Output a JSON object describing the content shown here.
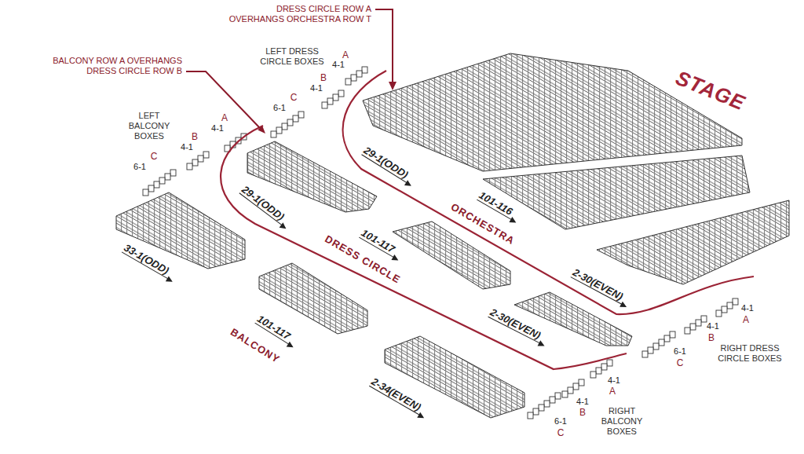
{
  "diagram": {
    "labels": [
      "DRESS CIRCLE ROW A OVERHANGS ORCHESTRA ROW T",
      "BALCONY ROW A OVERHANGS DRESS CIRCLE ROW B",
      "A",
      "4-1",
      "LEFT DRESS CIRCLE BOXES",
      "B",
      "4-1",
      "STAGE",
      "C",
      "6-1",
      "LEFT BALCONY BOXES",
      "A",
      "4-1",
      "B",
      "4-1",
      "C",
      "6-1",
      "29-1(ODD)",
      "29-1(ODD)",
      "101-116",
      "ORCHESTRA",
      "33-1(ODD)",
      "101-117",
      "DRESS CIRCLE",
      "2-30(EVEN)",
      "4-1",
      "A",
      "4-1",
      "B",
      "RIGHT DRESS CIRCLE BOXES",
      "2-30(EVEN)",
      "6-1",
      "C",
      "101-117",
      "BALCONY",
      "4-1",
      "A",
      "2-34(EVEN)",
      "4-1",
      "B",
      "RIGHT BALCONY BOXES",
      "6-1",
      "C"
    ]
  }
}
